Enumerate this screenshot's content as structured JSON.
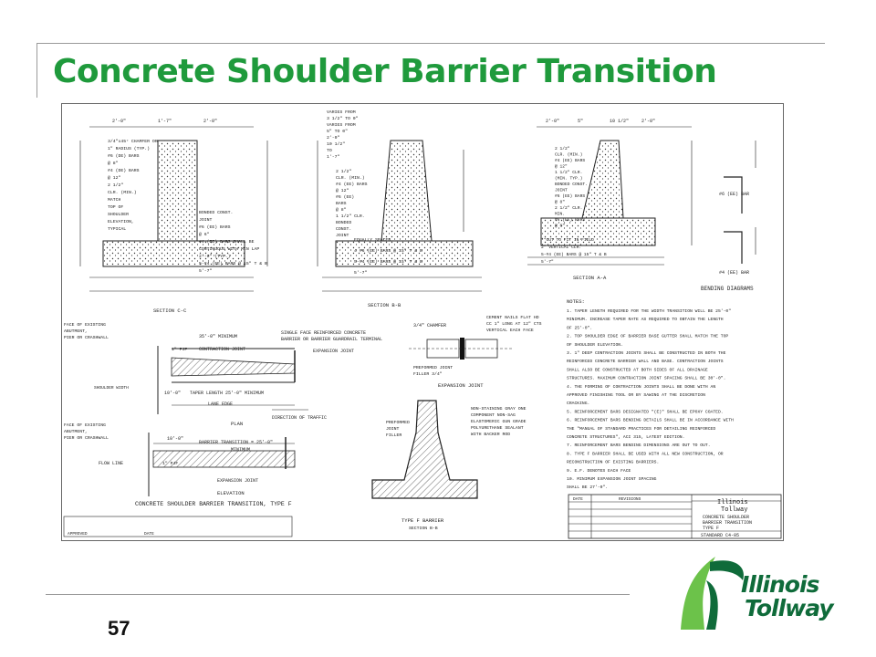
{
  "slide": {
    "title": "Concrete Shoulder Barrier Transition",
    "page_number": "57"
  },
  "drawing": {
    "section_c": {
      "dims": [
        "2'-0\"",
        "1'-7\"",
        "2'-0\""
      ],
      "notes": [
        "3/4\"x45° CHAMFER OR",
        "1\" RADIUS (TYP.)",
        "#6 (DE) BARS",
        "@ 8\"",
        "#4 (DE) BARS",
        "@ 12\"",
        "2 1/2\"",
        "CLR. (MIN.)",
        "MATCH",
        "TOP OF",
        "SHOULDER",
        "ELEVATION,",
        "TYPICAL",
        "BONDED CONST.",
        "JOINT",
        "#6 (EE) BARS",
        "@ 6\"",
        "#4 (EE) BARS SHALL BE",
        "CONTINUOUS WITH MIN LAP",
        "2'-0\" (TYP.)",
        "5-#4 (EE) BARS @ 15\" T & B",
        "5'-7\""
      ],
      "label": "SECTION C-C"
    },
    "section_b": {
      "dims": [
        "VARIES FROM",
        "3 1/2\" TO 0\"",
        "VARIES FROM",
        "5\" TO 0\"",
        "2'-0\"",
        "10 1/2\"",
        "TO",
        "1'-7\""
      ],
      "notes": [
        "2 1/2\"",
        "CLR. (MIN.)",
        "#4 (EE) BARS",
        "@ 12\"",
        "#6 (EE)",
        "BARS",
        "@ 8\"",
        "1 1/2\" CLR.",
        "BONDED",
        "CONST.",
        "JOINT",
        "EQUALLY SPACED",
        "4 #6 (EE) BARS @ 15\" T & B",
        "5-#4 (EE) BARS @ 15\" T & B",
        "5'-7\""
      ],
      "label": "SECTION B-B"
    },
    "section_a": {
      "dims": [
        "2'-0\"",
        "5\"",
        "10 1/2\"",
        "2'-0\""
      ],
      "notes": [
        "2 1/2\"",
        "CLR. (MIN.)",
        "#4 (EE) BARS",
        "@ 12\"",
        "1 1/2\" CLR.",
        "(MIN. TYP.)",
        "BONDED CONST.",
        "JOINT",
        "#6 (EE) BARS",
        "@ 8\"",
        "2 1/2\" CLR.",
        "MIN.",
        "#6 (EE) BARS",
        "@ 6\"",
        "**CUT TO FIT IN FIELD",
        "2\" VERTICAL CLR.",
        "5-#4 (EE) BARS @ 15\" T & B",
        "5'-7\""
      ],
      "label": "SECTION A-A"
    },
    "bending": {
      "labels": [
        "#6 (EE) BAR",
        "#4 (EE) BAR",
        "BENDING DIAGRAMS"
      ]
    },
    "plan": {
      "labels": [
        "FACE OF EXISTING",
        "ABUTMENT,",
        "PIER OR CRASHWALL",
        "35'-0\" MINIMUM",
        "SINGLE FACE REINFORCED CONCRETE",
        "BARRIER OR BARRIER GUARDRAIL TERMINAL",
        "CONTRACTION JOINT",
        "EXPANSION JOINT",
        "1\" PJF",
        "TAPER LENGTH 25'-0\" MINIMUM",
        "10'-0\"",
        "SHOULDER WIDTH",
        "LANE EDGE",
        "PLAN",
        "DIRECTION OF TRAFFIC"
      ]
    },
    "elevation": {
      "labels": [
        "FACE OF EXISTING",
        "ABUTMENT,",
        "PIER OR CRASHWALL",
        "10'-0\"",
        "BARRIER TRANSITION = 25'-0\"",
        "MINIMUM",
        "1\" PJF",
        "FLOW LINE",
        "EXPANSION JOINT",
        "ELEVATION",
        "CONCRETE SHOULDER BARRIER TRANSITION, TYPE F"
      ]
    },
    "joint": {
      "labels": [
        "3/4\" CHAMFER",
        "CEMENT NAILS FLAT HD",
        "CC 1\" LONG AT 12\" CTS",
        "VERTICAL EACH FACE",
        "PREFORMED JOINT",
        "FILLER 3/4\"",
        "EXPANSION JOINT",
        "NON-STAINING GRAY ONE",
        "COMPONENT NON-SAG",
        "ELASTOMERIC GUN GRADE",
        "POLYURETHANE SEALANT",
        "WITH BACKER ROD",
        "PREFORMED",
        "JOINT",
        "FILLER",
        "TYPE F BARRIER",
        "SECTION B-B"
      ]
    },
    "notes_title": "NOTES:",
    "notes": [
      "1. TAPER LENGTH REQUIRED FOR THE WIDTH TRANSITION WILL BE 25'-0\"",
      "   MINIMUM. INCREASE TAPER RATE AS REQUIRED TO OBTAIN THE LENGTH",
      "   OF 25'-0\".",
      "2. TOP SHOULDER EDGE OF BARRIER BASE GUTTER SHALL MATCH THE TOP",
      "   OF SHOULDER ELEVATION.",
      "3. 1\" DEEP CONTRACTION JOINTS SHALL BE CONSTRUCTED IN BOTH THE",
      "   REINFORCED CONCRETE BARRIER WALL AND BASE. CONTRACTION JOINTS",
      "   SHALL ALSO BE CONSTRUCTED AT BOTH SIDES OF ALL DRAINAGE",
      "   STRUCTURES. MAXIMUM CONTRACTION JOINT SPACING SHALL BE 30'-0\".",
      "4. THE FORMING OF CONTRACTION JOINTS SHALL BE DONE WITH AN",
      "   APPROVED FINISHING TOOL OR BY SAWING AT THE DISCRETION",
      "   CRACKING.",
      "5. REINFORCEMENT BARS DESIGNATED \"(E)\" SHALL BE EPOXY COATED.",
      "6. REINFORCEMENT BARS BENDING DETAILS SHALL BE IN ACCORDANCE WITH",
      "   THE \"MANUAL OF STANDARD PRACTICES FOR DETAILING REINFORCED",
      "   CONCRETE STRUCTURES\", ACI 315, LATEST EDITION.",
      "7. REINFORCEMENT BARS BENDING DIMENSIONS ARE OUT TO OUT.",
      "8. TYPE F BARRIER SHALL BE USED WITH ALL NEW CONSTRUCTION, OR",
      "   RECONSTRUCTION OF EXISTING BARRIERS.",
      "9. E.F. DENOTES EACH FACE",
      "10. MINIMUM EXPANSION JOINT SPACING",
      "    SHALL BE 27'-0\"."
    ],
    "title_block": {
      "revisions_header": [
        "DATE",
        "REVISIONS"
      ],
      "logo_lines": [
        "Illinois",
        "Tollway"
      ],
      "description": [
        "CONCRETE SHOULDER",
        "BARRIER TRANSITION",
        "TYPE F"
      ],
      "standard": "STANDARD   C4-05",
      "approved": "APPROVED",
      "date": "DATE"
    }
  },
  "logo": {
    "line1": "Illinois",
    "line2": "Tollway",
    "colors": {
      "green": "#0f6b3a",
      "light_green": "#6cc24a"
    }
  },
  "colors": {
    "title": "#1f9a3c",
    "frame": "#9a9a9a"
  }
}
